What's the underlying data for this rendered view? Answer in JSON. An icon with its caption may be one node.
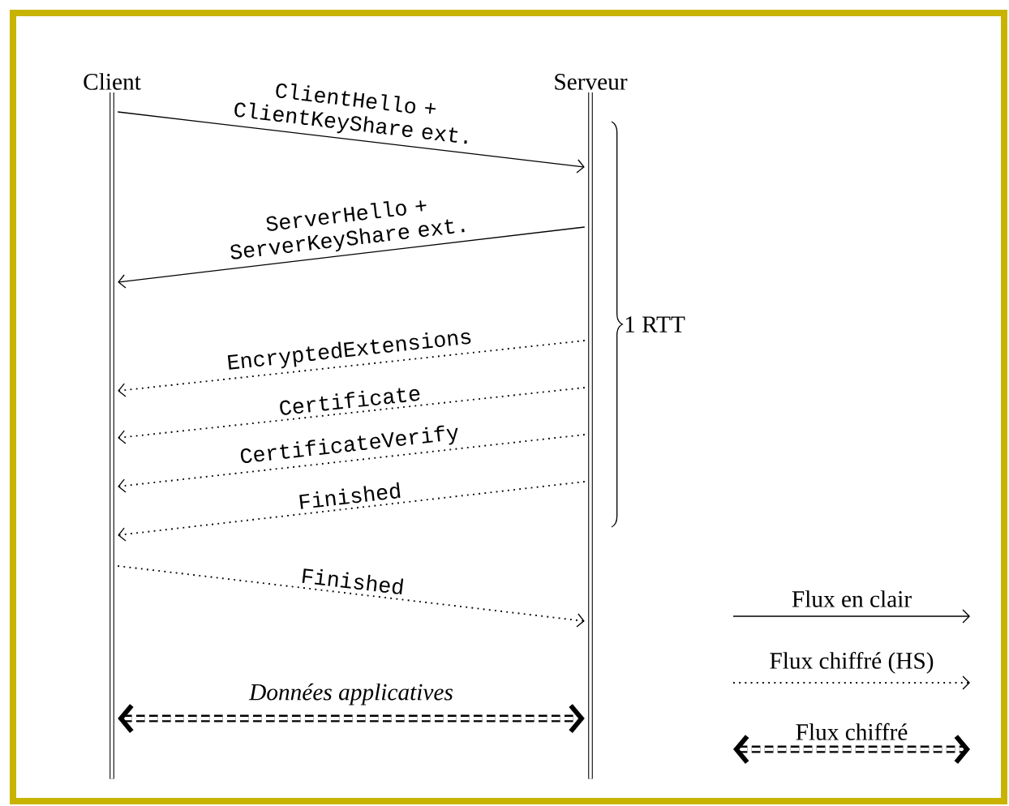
{
  "diagram": {
    "nodes": [
      {
        "text": [
          "Client"
        ]
      },
      {
        "text": [
          "Serveur"
        ]
      }
    ],
    "edges": [
      {
        "from": 0,
        "to": 1,
        "arrow": "to",
        "label": "ClientHello + ClientKeyShare ext."
      },
      {
        "from": 1,
        "to": 0,
        "arrow": "to",
        "label": "ServerHello + ServerKeyShare ext."
      },
      {
        "from": 1,
        "to": 0,
        "arrow": "to",
        "style": "dashed",
        "label": "EncryptedExtensions"
      },
      {
        "from": 1,
        "to": 0,
        "arrow": "to",
        "style": "dashed",
        "label": "Certificate"
      },
      {
        "from": 1,
        "to": 0,
        "arrow": "to",
        "style": "dashed",
        "label": "CertificateVerify"
      },
      {
        "from": 1,
        "to": 0,
        "arrow": "to",
        "style": "dashed",
        "label": "Finished"
      },
      {
        "from": 0,
        "to": 1,
        "arrow": "to",
        "style": "dashed",
        "label": "Finished"
      },
      {
        "from": 0,
        "to": 1,
        "arrow": "both",
        "style": "dashed",
        "label": "Données applicatives"
      }
    ],
    "labels": [
      "1 RTT"
    ],
    "legend": [
      {
        "text": "Flux en clair"
      },
      {
        "text": "Flux chiffré (HS)"
      },
      {
        "text": "Flux chiffré"
      }
    ]
  }
}
